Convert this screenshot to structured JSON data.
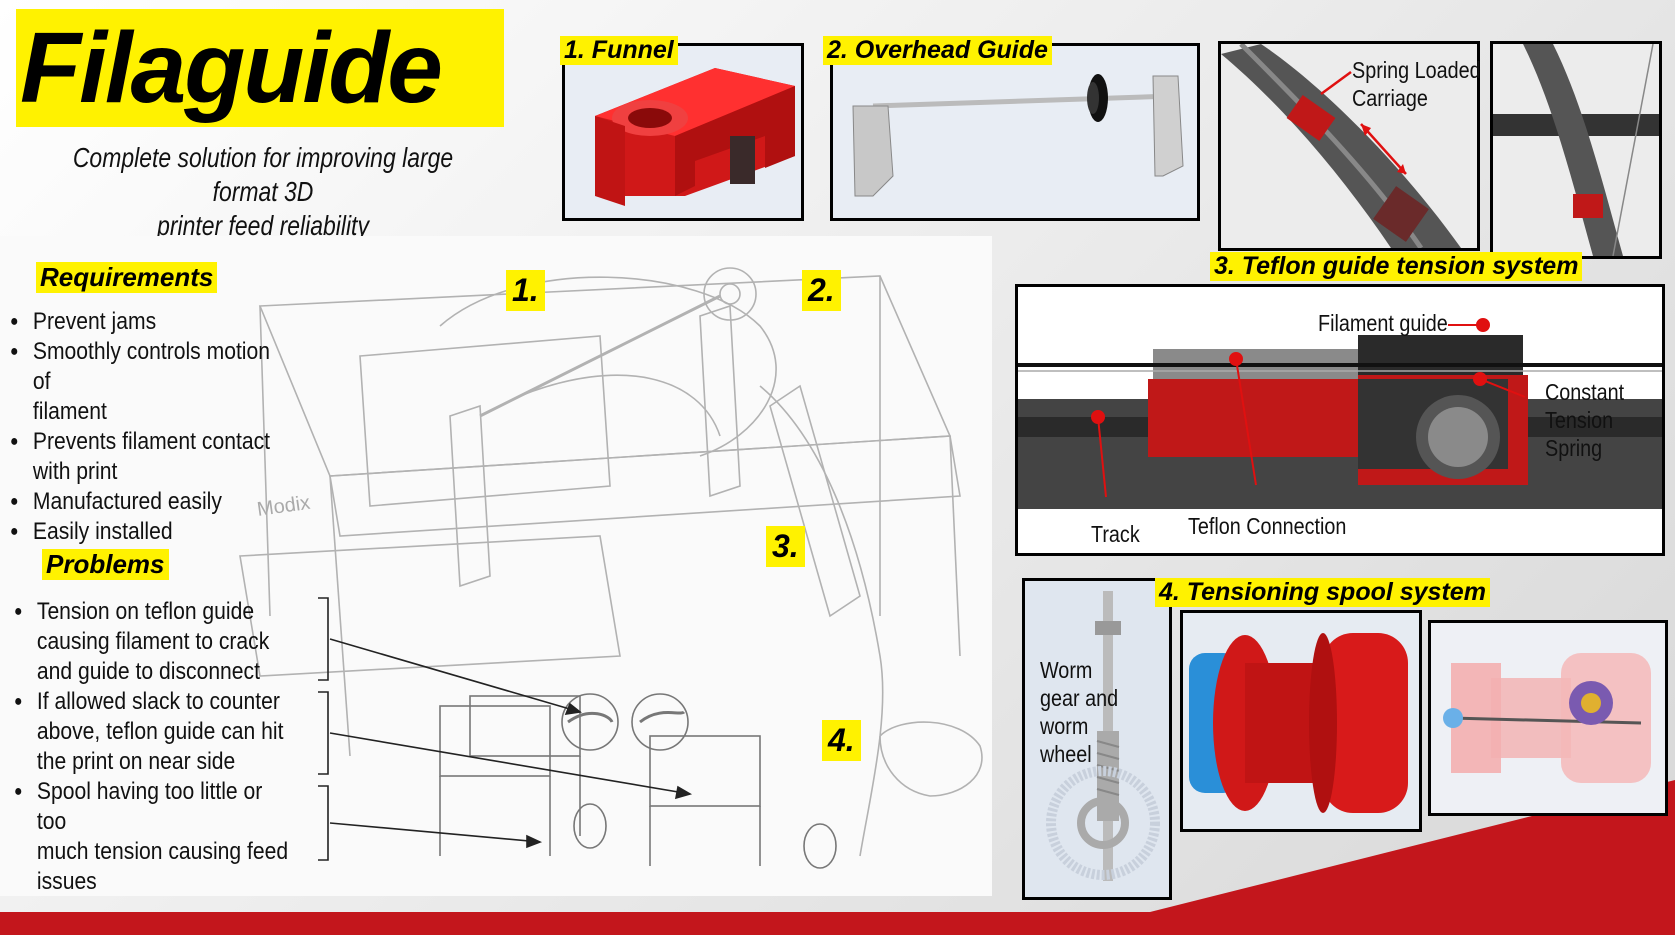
{
  "header": {
    "title": "Filaguide",
    "subtitle_line1": "Complete solution for improving large format 3D",
    "subtitle_line2": "printer feed reliability"
  },
  "requirements": {
    "heading": "Requirements",
    "items": [
      "Prevent jams",
      "Smoothly controls motion of",
      "filament",
      "Prevents filament contact",
      "with print",
      "Manufactured easily",
      "Easily installed"
    ]
  },
  "problems": {
    "heading": "Problems",
    "items": [
      [
        "Tension on teflon guide",
        "causing filament to crack",
        "and guide to disconnect"
      ],
      [
        "If allowed slack to counter",
        "above, teflon guide can hit",
        "the print on near side"
      ],
      [
        "Spool having too little or too",
        "much tension causing feed",
        "issues"
      ]
    ]
  },
  "sketch": {
    "markers": [
      "1.",
      "2.",
      "3.",
      "4."
    ],
    "brand": "Modix"
  },
  "panels": {
    "funnel": "1. Funnel",
    "overhead": "2. Overhead Guide",
    "teflon": "3. Teflon guide tension system",
    "spool": "4. Tensioning spool system"
  },
  "labels": {
    "spring_line1": "Spring Loaded",
    "spring_line2": "Carriage",
    "filament_guide": "Filament guide",
    "constant1": "Constant",
    "constant2": "Tension",
    "constant3": "Spring",
    "track": "Track",
    "teflon_connection": "Teflon Connection",
    "worm1": "Worm",
    "worm2": "gear and",
    "worm3": "worm",
    "worm4": "wheel"
  },
  "colors": {
    "highlight": "#fff200",
    "part_red": "#e02020",
    "arrow_red": "#e01010",
    "bar_red": "#c3161c"
  }
}
